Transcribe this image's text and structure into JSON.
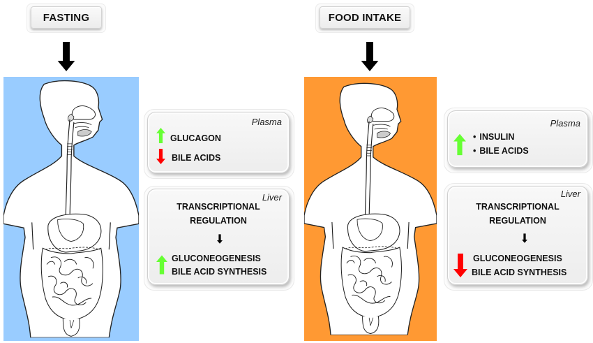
{
  "colors": {
    "fasting_bg": "#99ccff",
    "food_bg": "#ff9933",
    "up_arrow": "#66ff33",
    "down_arrow": "#ff0000",
    "flow_arrow": "#000000"
  },
  "fasting": {
    "title": "FASTING",
    "plasma": {
      "label": "Plasma",
      "items": [
        {
          "text": "GLUCAGON",
          "direction": "up"
        },
        {
          "text": "BILE ACIDS",
          "direction": "down"
        }
      ]
    },
    "liver": {
      "label": "Liver",
      "heading_line1": "TRANSCRIPTIONAL",
      "heading_line2": "REGULATION",
      "direction": "up",
      "outputs": [
        "GLUCONEOGENESIS",
        "BILE ACID SYNTHESIS"
      ]
    }
  },
  "food_intake": {
    "title": "FOOD INTAKE",
    "plasma": {
      "label": "Plasma",
      "direction": "up",
      "items": [
        "INSULIN",
        "BILE ACIDS"
      ]
    },
    "liver": {
      "label": "Liver",
      "heading_line1": "TRANSCRIPTIONAL",
      "heading_line2": "REGULATION",
      "direction": "down",
      "outputs": [
        "GLUCONEOGENESIS",
        "BILE ACID SYNTHESIS"
      ]
    }
  },
  "icons": {
    "flow_arrow": "down-arrow-icon",
    "increase": "up-arrow-icon",
    "decrease": "down-arrow-icon",
    "body": "human-digestive-system-icon"
  }
}
